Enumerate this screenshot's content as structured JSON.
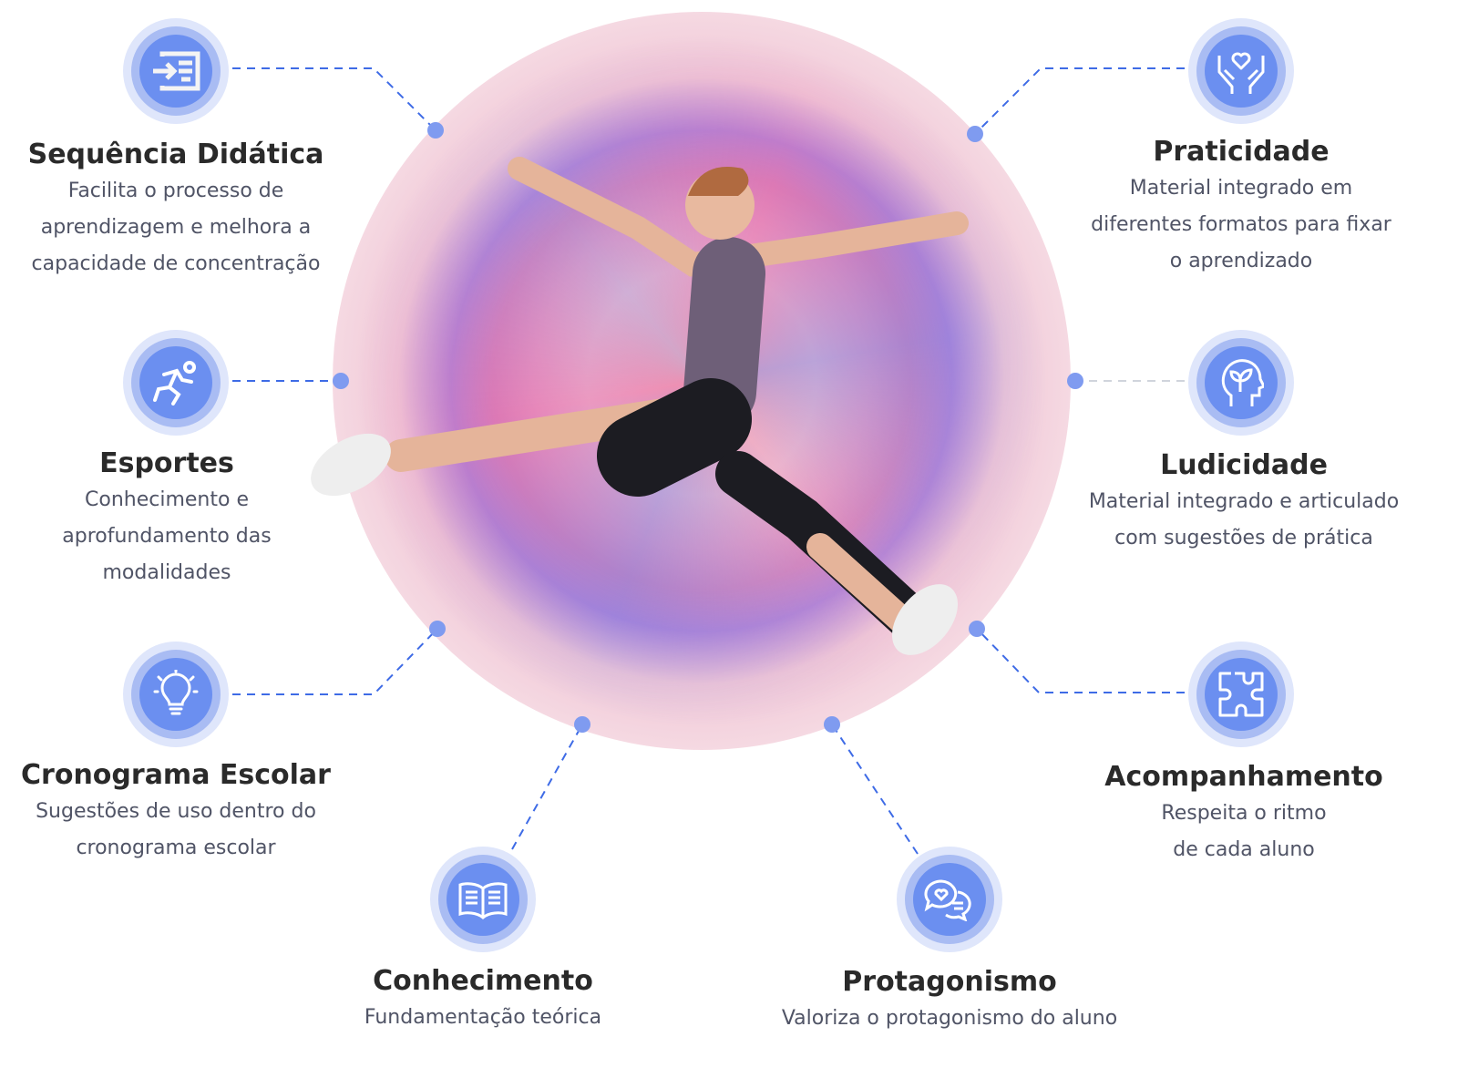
{
  "items": [
    {
      "title": "Sequência Didática",
      "desc": [
        "Facilita o processo de",
        "aprendizagem e melhora a",
        "capacidade de concentração"
      ],
      "icon": "input-list-icon"
    },
    {
      "title": "Esportes",
      "desc": [
        "Conhecimento e",
        "aprofundamento das",
        "modalidades"
      ],
      "icon": "runner-icon"
    },
    {
      "title": "Cronograma Escolar",
      "desc": [
        "Sugestões de uso dentro do",
        "cronograma escolar"
      ],
      "icon": "lightbulb-icon"
    },
    {
      "title": "Conhecimento",
      "desc": [
        "Fundamentação teórica"
      ],
      "icon": "open-book-icon"
    },
    {
      "title": "Protagonismo",
      "desc": [
        "Valoriza o protagonismo do aluno"
      ],
      "icon": "chat-heart-icon"
    },
    {
      "title": "Praticidade",
      "desc": [
        "Material integrado em",
        "diferentes formatos para fixar",
        "o aprendizado"
      ],
      "icon": "hands-heart-icon"
    },
    {
      "title": "Ludicidade",
      "desc": [
        "Material integrado e articulado",
        "com sugestões de prática"
      ],
      "icon": "head-leaf-icon"
    },
    {
      "title": "Acompanhamento",
      "desc": [
        "Respeita o ritmo",
        "de cada aluno"
      ],
      "icon": "puzzle-icon"
    }
  ],
  "colors": {
    "accent": "#6b8ff0",
    "line": "#3e6be6",
    "title": "#2a2a2a",
    "text": "#505466"
  }
}
